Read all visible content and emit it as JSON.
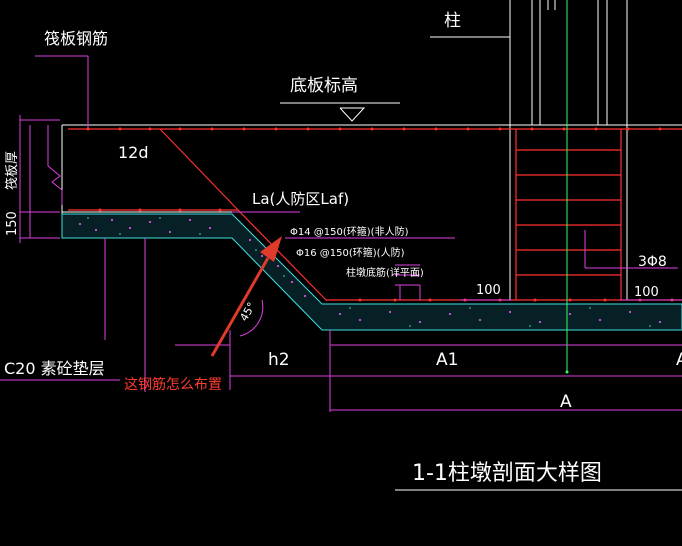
{
  "colors": {
    "background": "#000000",
    "rebar_red": "#ff3030",
    "dimension_magenta": "#e040e0",
    "annotation_white": "#ffffff",
    "axis_green": "#30ff60",
    "concrete_cyan": "#40e0e0",
    "callout_red": "#e03a2a"
  },
  "labels": {
    "column": "柱",
    "raft_rebar": "筏板钢筋",
    "slab_elevation": "底板标高",
    "raft_thickness": "筏板厚",
    "dim_12d": "12d",
    "la_label": "La(人防区Laf)",
    "rebar_1": "Φ14 @150(环箍)(非人防)",
    "rebar_2": "Φ16 @150(环箍)(人防)",
    "rebar_3": "柱墩底筋(详平面)",
    "dim_150": "150",
    "angle_45": "45°",
    "dim_100_a": "100",
    "dim_100_b": "100",
    "stirrup": "3Φ8",
    "h2": "h2",
    "a1": "A1",
    "a_right": "A",
    "axis_a": "A",
    "cushion": "C20 素砼垫层",
    "callout": "这钢筋怎么布置",
    "title": "1-1柱墩剖面大样图"
  }
}
